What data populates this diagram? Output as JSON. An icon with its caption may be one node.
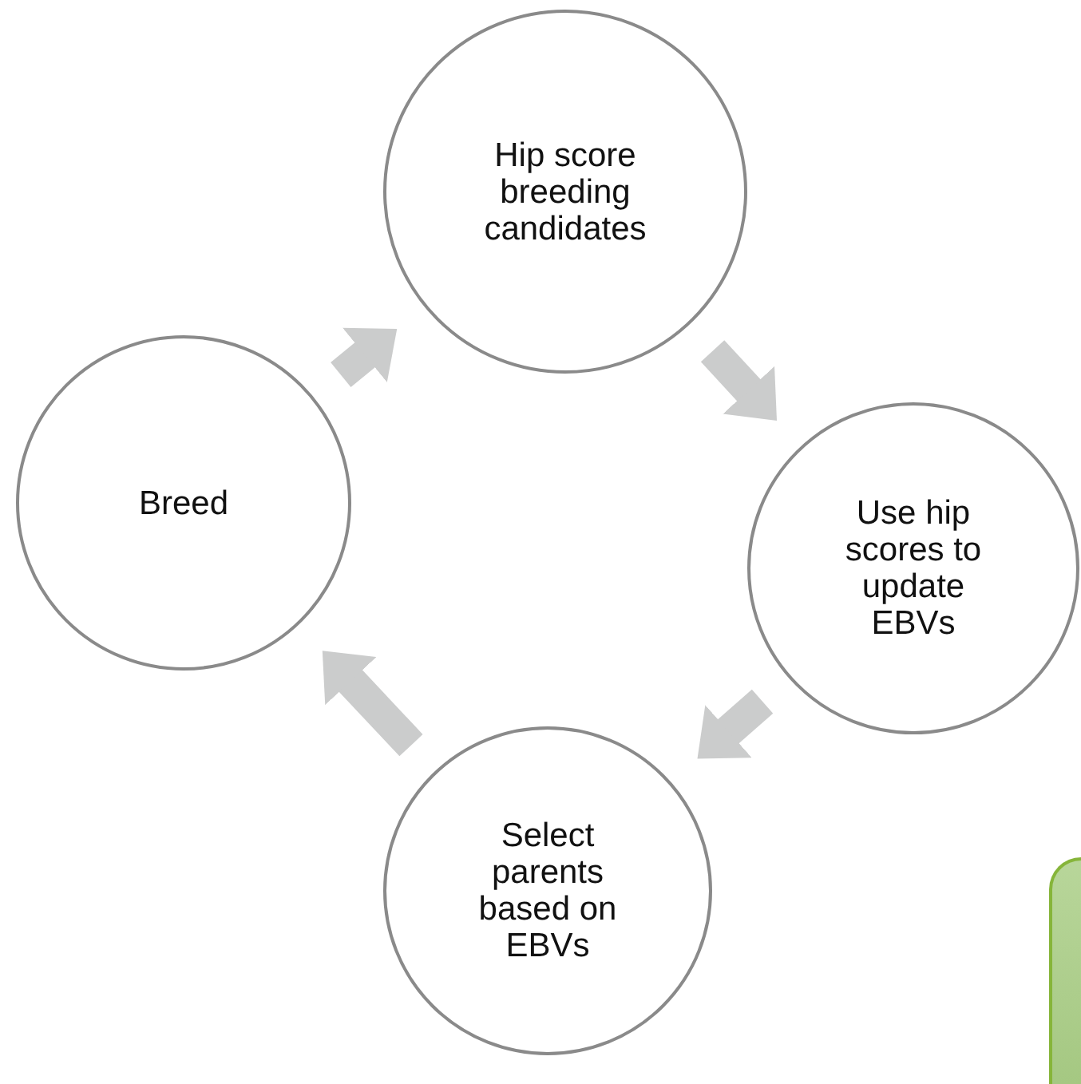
{
  "diagram": {
    "nodes": [
      {
        "text": [
          "Hip score breeding candidates"
        ]
      },
      {
        "text": [
          "Use hip scores to update EBVs"
        ]
      },
      {
        "text": [
          "Select parents based on EBVs"
        ]
      },
      {
        "text": [
          "Breed"
        ]
      },
      {
        "text": [],
        "shape": "box"
      }
    ],
    "edges": [
      {
        "from": 0,
        "to": 1,
        "arrow": "to"
      },
      {
        "from": 1,
        "to": 2,
        "arrow": "to"
      },
      {
        "from": 2,
        "to": 3,
        "arrow": "to"
      },
      {
        "from": 3,
        "to": 0,
        "arrow": "to"
      }
    ]
  }
}
